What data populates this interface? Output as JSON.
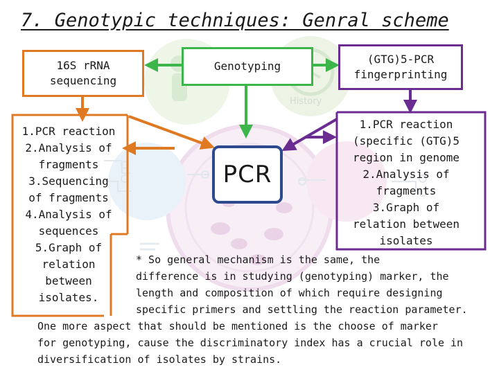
{
  "title": "7. Genotypic techniques: Genral scheme",
  "boxes": {
    "sequencing": "16S rRNA\nsequencing",
    "genotyping": "Genotyping",
    "fingerprinting": "(GTG)5-PCR\nfingerprinting",
    "pcr": "PCR"
  },
  "left_steps": "1.PCR reaction\n2.Analysis of\nfragments\n3.Sequencing\nof fragments\n4.Analysis of\nsequences\n5.Graph of\nrelation\nbetween\nisolates.",
  "right_steps": "1.PCR reaction\n(specific (GTG)5\nregion in genome\n2.Analysis of\nfragments\n3.Graph of\nrelation between\nisolates",
  "note": "* So general  mechanism is the same, the\ndifference is in studying (genotyping) marker, the\nlength and composition of which require  designing\nspecific primers and settling the reaction parameter.",
  "bottom_text": "One more aspect that should be mentioned is the choose of marker\nfor genotyping, cause the discriminatory index has a crucial role in\ndiversification of isolates by strains.",
  "decor_label": "History",
  "colors": {
    "orange": "#e07a22",
    "green": "#3cb54a",
    "purple": "#6a2c91",
    "pcr_border": "#2e4a8e"
  }
}
